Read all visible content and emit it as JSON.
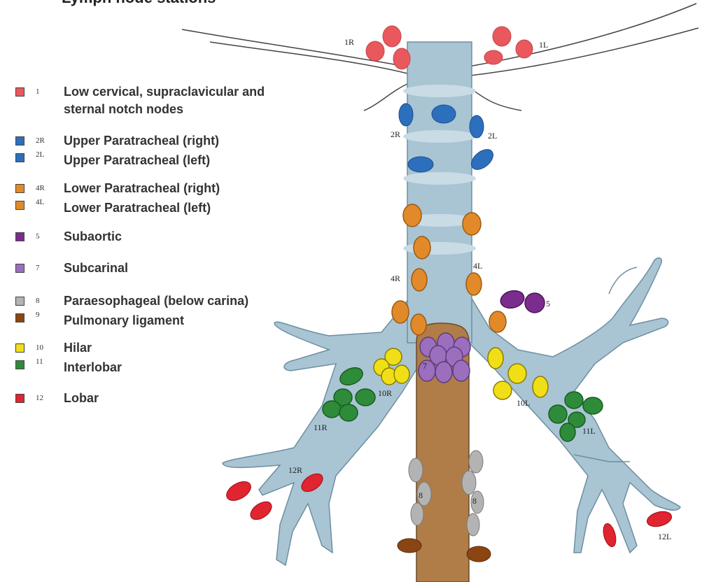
{
  "title": "Lymph node stations",
  "colors": {
    "trachea": "#a9c4d3",
    "trachea_ring": "#c9dbe5",
    "esophagus": "#b07d48",
    "outline": "#555555"
  },
  "legend": [
    {
      "code": "1",
      "label": "Low cervical, supraclavicular and",
      "label2": "sternal notch nodes",
      "color": "#e8585c"
    },
    {
      "code": "2R",
      "label": "Upper Paratracheal (right)",
      "color": "#2c6fbd"
    },
    {
      "code": "2L",
      "label": "Upper Paratracheal (left)",
      "color": "#2c6fbd"
    },
    {
      "code": "4R",
      "label": "Lower Paratracheal (right)",
      "color": "#e28a2a"
    },
    {
      "code": "4L",
      "label": "Lower Paratracheal (left)",
      "color": "#e28a2a"
    },
    {
      "code": "5",
      "label": "Subaortic",
      "color": "#7b2d8e"
    },
    {
      "code": "7",
      "label": "Subcarinal",
      "color": "#9b6fbe"
    },
    {
      "code": "8",
      "label": "Paraesophageal (below carina)",
      "color": "#b3b3b3"
    },
    {
      "code": "9",
      "label": "Pulmonary ligament",
      "color": "#8b4513"
    },
    {
      "code": "10",
      "label": "Hilar",
      "color": "#f0df16"
    },
    {
      "code": "11",
      "label": "Interlobar",
      "color": "#2e8b3a"
    },
    {
      "code": "12",
      "label": "Lobar",
      "color": "#e02430"
    }
  ],
  "diagram_labels": {
    "s1R": "1R",
    "s1L": "1L",
    "s2R": "2R",
    "s2L": "2L",
    "s4R": "4R",
    "s4L": "4L",
    "s5": "5",
    "s7": "7",
    "s8a": "8",
    "s8b": "8",
    "s10R": "10R",
    "s10L": "10L",
    "s11R": "11R",
    "s11L": "11L",
    "s12R": "12R",
    "s12L": "12L"
  }
}
